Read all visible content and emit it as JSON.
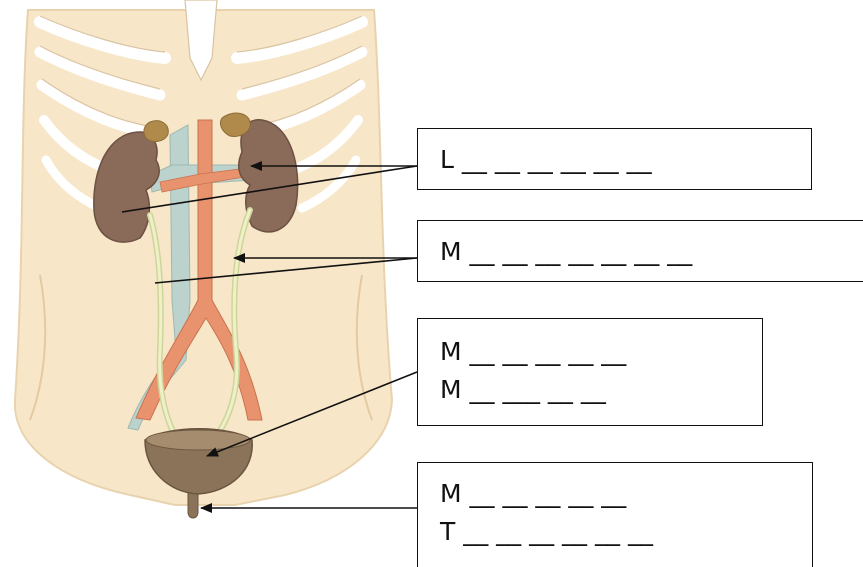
{
  "labels": [
    {
      "lines": [
        "L __ __ __ __ __ __"
      ]
    },
    {
      "lines": [
        "M __ __ __ __ __ __ __"
      ]
    },
    {
      "lines": [
        "M __ __ __ __ __",
        "M __ ___ __ __"
      ]
    },
    {
      "lines": [
        "M __ __ __ __ __",
        "T __ __ __ __ __ __"
      ]
    }
  ],
  "colors": {
    "skin": "#f7e6c8",
    "kidney": "#8a6a58",
    "adrenal": "#b08a4a",
    "artery": "#e8926e",
    "vein": "#bcd2cc",
    "ureter": "#e4e8b8",
    "bladder": "#8a7358",
    "rib": "#ffffff",
    "arrow": "#111111"
  }
}
